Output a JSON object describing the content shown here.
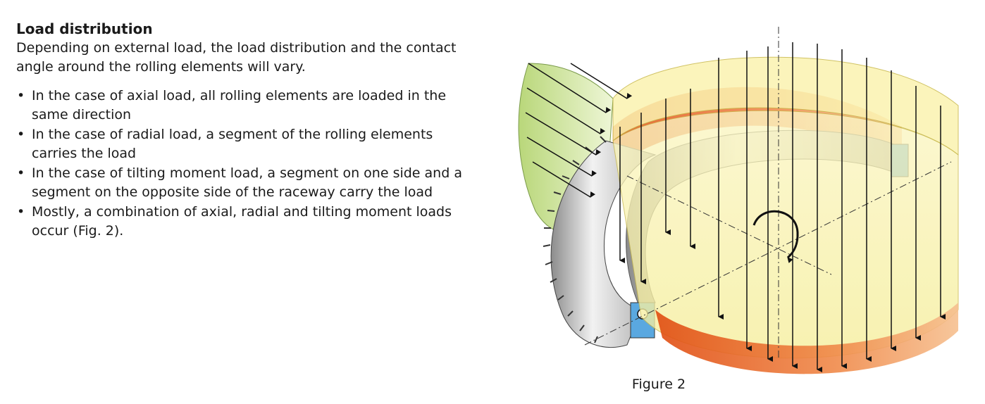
{
  "section": {
    "heading": "Load distribution",
    "intro": "Depending on external load, the load distribution and the contact angle around the rolling elements will vary.",
    "bullets": [
      "In the case of axial load, all rolling elements are loaded in the same direction",
      "In the case of radial load, a segment of the rolling elements carries the load",
      "In the case of tilting moment load, a segment on one side and a segment on the opposite side of the raceway carry the load",
      "Mostly, a combination of axial, radial and tilting moment loads occur (Fig. 2)."
    ]
  },
  "figure": {
    "caption": "Figure 2",
    "colors": {
      "axial_band": "#f8f0a6",
      "tilt_band": "#e8631e",
      "radial_band": "#c8e08a",
      "ring": "#c9c9c9",
      "arrow": "#111111"
    }
  }
}
